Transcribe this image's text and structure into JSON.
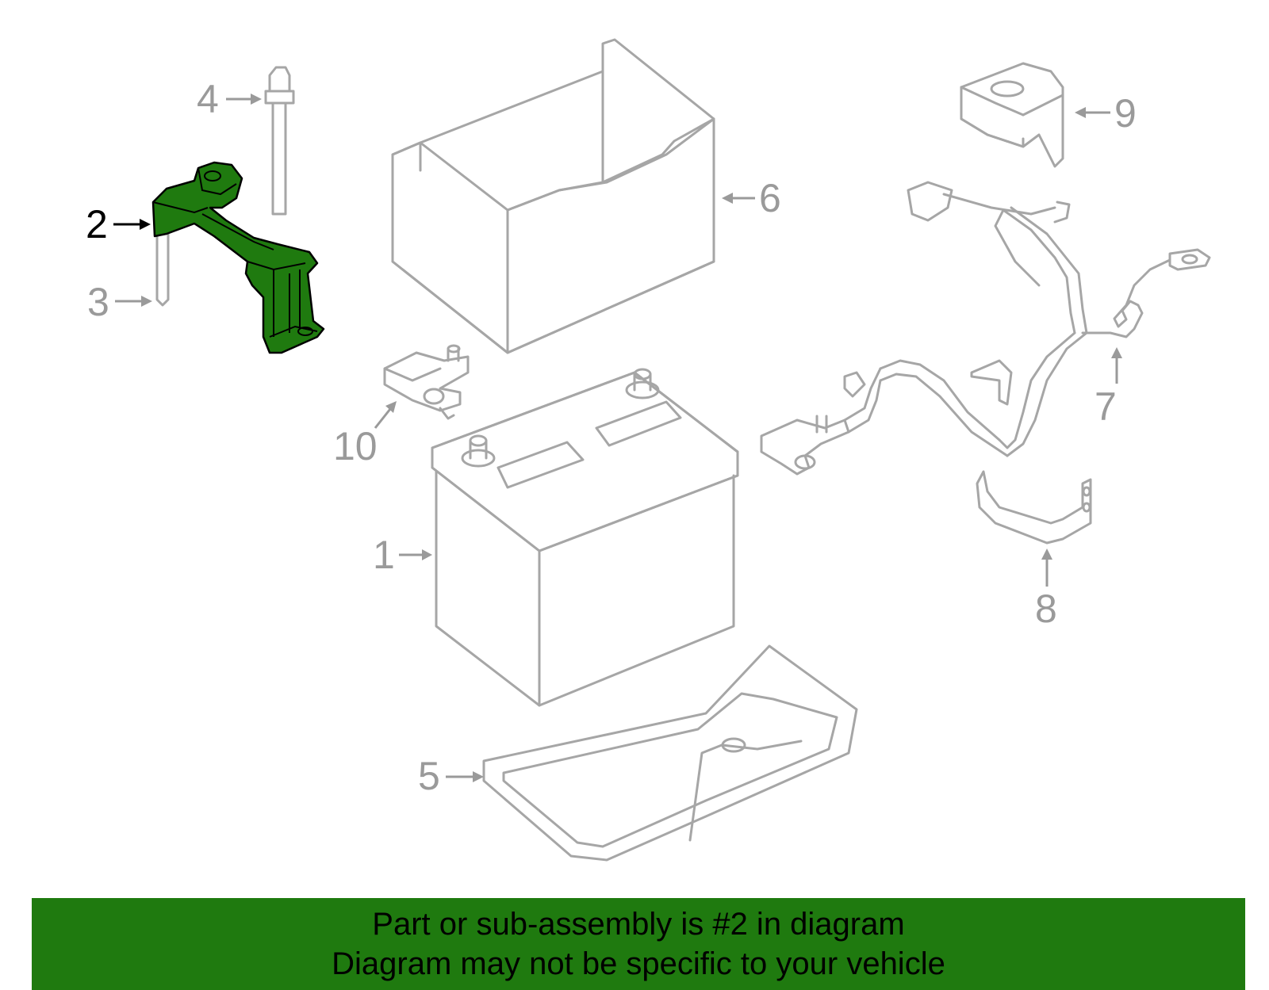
{
  "highlight_color": "#1f7a0f",
  "outline_color": "#a6a6a6",
  "callouts": [
    {
      "label": "1",
      "part": "battery"
    },
    {
      "label": "2",
      "part": "hold-down-clamp",
      "highlighted": true
    },
    {
      "label": "3",
      "part": "j-bolt"
    },
    {
      "label": "4",
      "part": "bolt"
    },
    {
      "label": "5",
      "part": "battery-tray"
    },
    {
      "label": "6",
      "part": "battery-cover"
    },
    {
      "label": "7",
      "part": "battery-cable"
    },
    {
      "label": "8",
      "part": "cable-bracket"
    },
    {
      "label": "9",
      "part": "terminal-cover"
    },
    {
      "label": "10",
      "part": "terminal"
    }
  ],
  "banner": {
    "line1": "Part or sub-assembly is #2 in diagram",
    "line2": "Diagram may not be specific to your vehicle"
  }
}
